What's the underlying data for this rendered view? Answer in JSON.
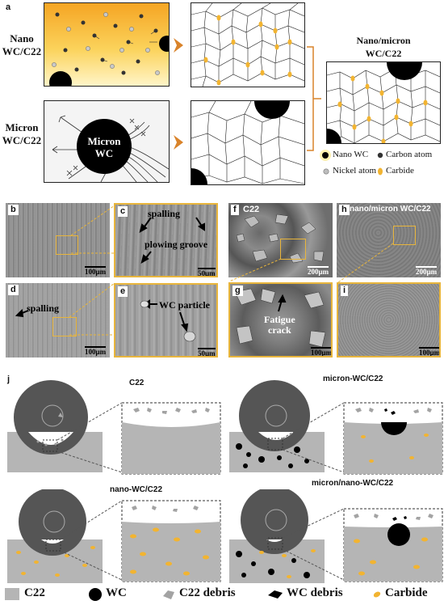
{
  "panel_a": {
    "label": "a",
    "row1_label": "Nano\nWC/C22",
    "row2_label": "Micron\nWC/C22",
    "micron_wc_text": "Micron\nWC",
    "combined_label": "Nano/micron\nWC/C22",
    "legend": {
      "nano_wc": "Nano WC",
      "carbon_atom": "Carbon atom",
      "nickel_atom": "Nickel atom",
      "carbide": "Carbide"
    }
  },
  "sem_panels": {
    "b": {
      "label": "b",
      "scale": "100μm"
    },
    "c": {
      "label": "c",
      "scale": "50μm",
      "annotations": [
        "spalling",
        "plowing  groove"
      ]
    },
    "d": {
      "label": "d",
      "scale": "100μm",
      "annotations": [
        "spalling"
      ]
    },
    "e": {
      "label": "e",
      "scale": "50μm",
      "annotations": [
        "WC particle"
      ]
    },
    "f": {
      "label": "f",
      "title": "C22",
      "scale": "200μm"
    },
    "g": {
      "label": "g",
      "scale": "100μm",
      "annotations": [
        "Fatigue\ncrack"
      ]
    },
    "h": {
      "label": "h",
      "title": "nano/micron WC/C22",
      "scale": "200μm"
    },
    "i": {
      "label": "i",
      "scale": "100μm"
    }
  },
  "panel_j": {
    "label": "j",
    "titles": {
      "c22": "C22",
      "micron": "micron-WC/C22",
      "nano": "nano-WC/C22",
      "micron_nano": "micron/nano-WC/C22"
    }
  },
  "bottom_legend": {
    "c22": "C22",
    "wc": "WC",
    "c22_debris": "C22 debris",
    "wc_debris": "WC debris",
    "carbide": "Carbide"
  },
  "colors": {
    "carbide": "#f2b431",
    "arrow_orange": "#d9832a",
    "matrix_gray": "#b5b5b5",
    "sem_frame": "#e8b53c",
    "gradient_top": "#f5a623",
    "gradient_bottom": "#fff7cf"
  }
}
